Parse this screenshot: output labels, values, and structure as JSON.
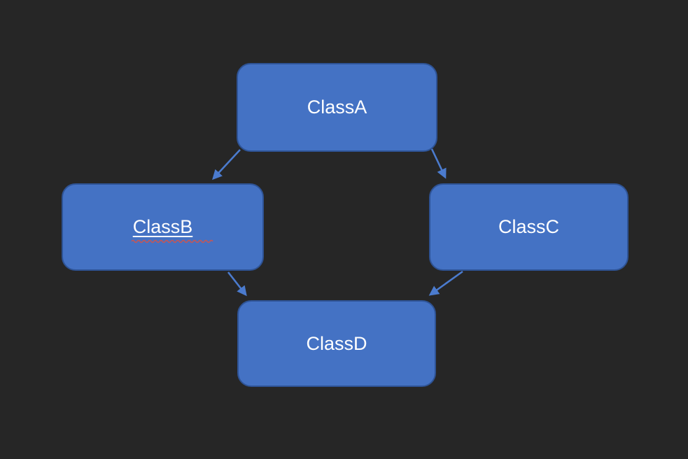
{
  "diagram": {
    "kind": "class-inheritance-diagram",
    "nodes": [
      {
        "id": "classa",
        "label": "ClassA"
      },
      {
        "id": "classb",
        "label": "ClassB",
        "text_underline": true,
        "spellcheck_squiggle": true
      },
      {
        "id": "classc",
        "label": "ClassC"
      },
      {
        "id": "classd",
        "label": "ClassD"
      }
    ],
    "edges": [
      {
        "from": "ClassA",
        "to": "ClassB"
      },
      {
        "from": "ClassA",
        "to": "ClassC"
      },
      {
        "from": "ClassB",
        "to": "ClassD"
      },
      {
        "from": "ClassC",
        "to": "ClassD"
      }
    ],
    "colors": {
      "background": "#262626",
      "node_fill": "#4472C4",
      "node_border": "#2E5395",
      "arrow": "#4B7BCE",
      "text": "#FFFFFF",
      "spellcheck_underline": "#CC5550"
    }
  }
}
